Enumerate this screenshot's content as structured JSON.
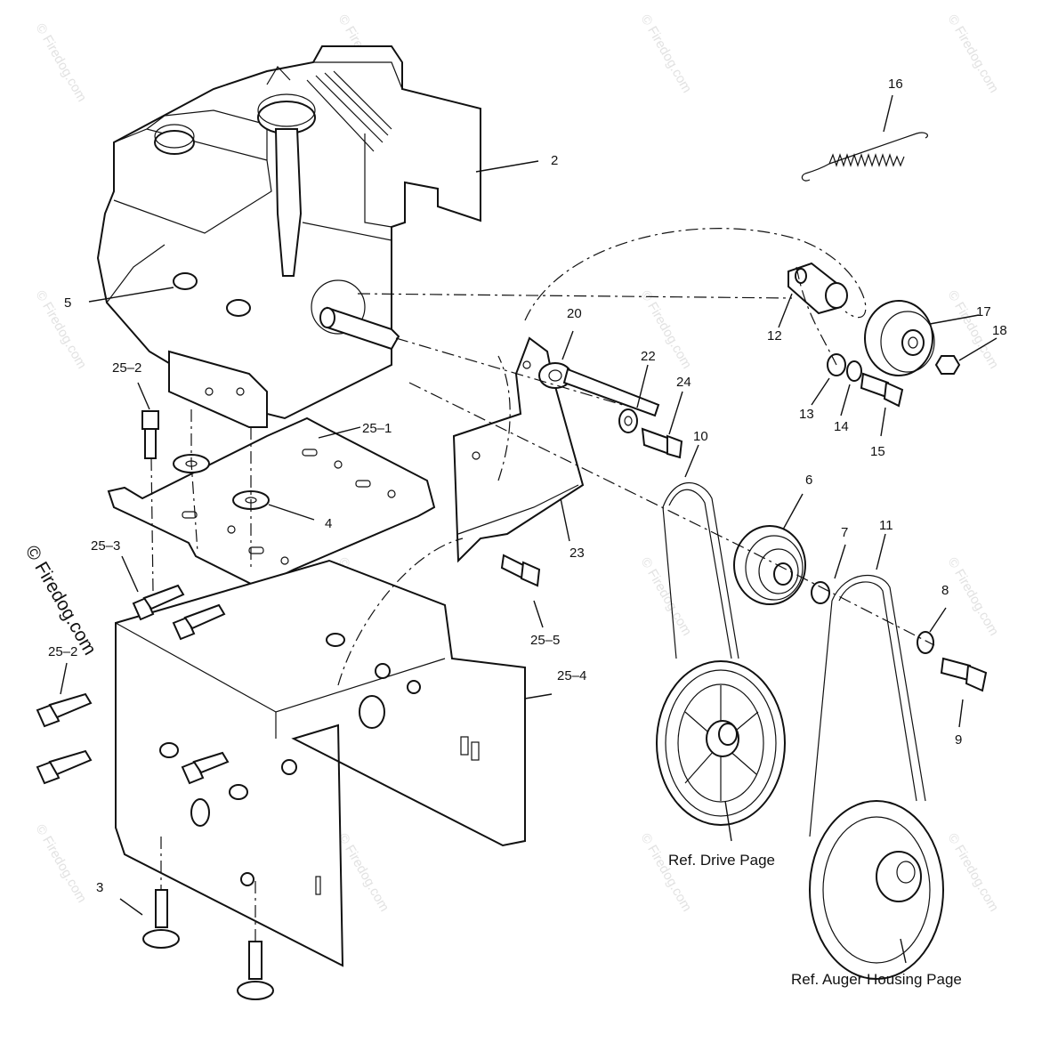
{
  "watermark": {
    "main": "© Firedog.com",
    "tile": "© Firedog.com"
  },
  "callouts": {
    "c2": "2",
    "c3": "3",
    "c4": "4",
    "c5": "5",
    "c6": "6",
    "c7": "7",
    "c8": "8",
    "c9": "9",
    "c10": "10",
    "c11": "11",
    "c12": "12",
    "c13": "13",
    "c14": "14",
    "c15": "15",
    "c16": "16",
    "c17": "17",
    "c18": "18",
    "c20": "20",
    "c22": "22",
    "c23": "23",
    "c24": "24",
    "c25_1": "25–1",
    "c25_2a": "25–2",
    "c25_2b": "25–2",
    "c25_3": "25–3",
    "c25_4": "25–4",
    "c25_5": "25–5"
  },
  "references": {
    "drive": "Ref. Drive Page",
    "auger": "Ref. Auger Housing Page"
  }
}
